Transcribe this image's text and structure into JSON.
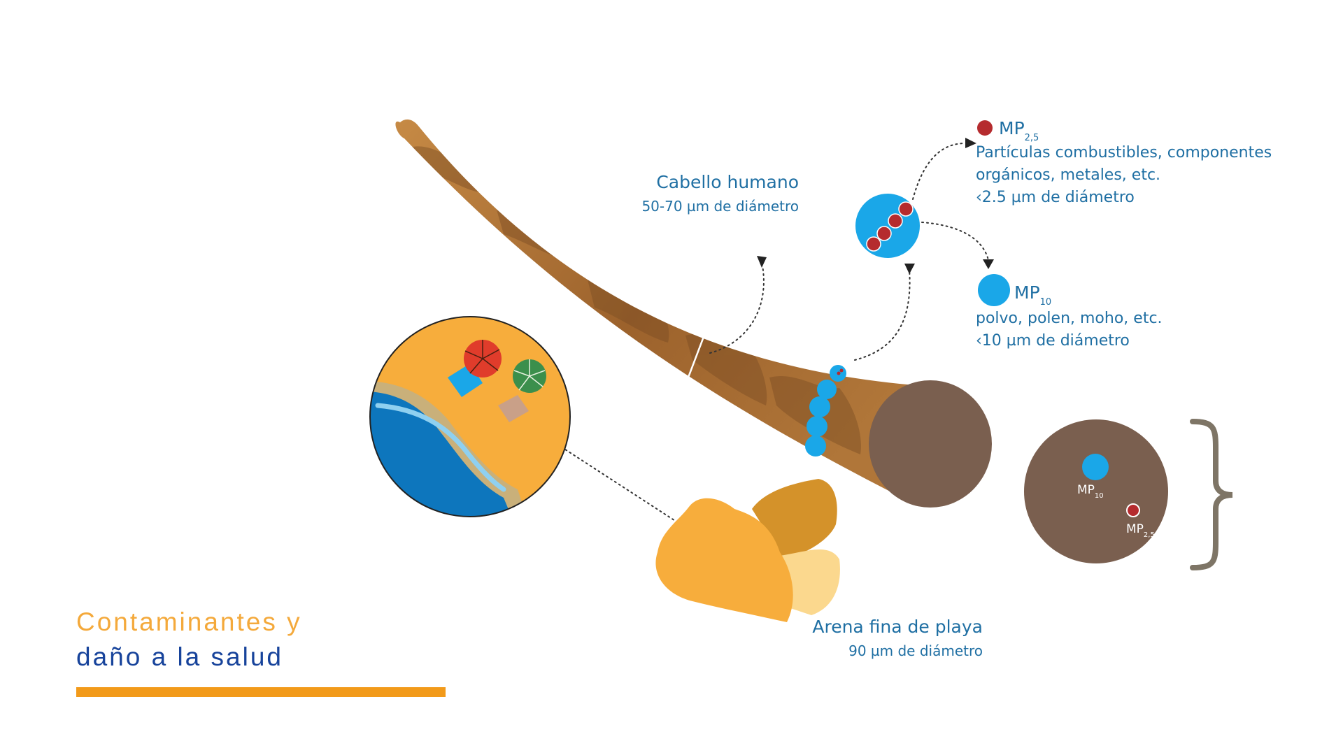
{
  "colors": {
    "hair": "#a2682f",
    "hair_dark": "#7b4d24",
    "hair_end": "#7a5f4f",
    "pm10": "#1aa7e8",
    "pm25": "#b52b2e",
    "sand": "#f7ad3c",
    "sand_dark": "#d4922a",
    "sand_light": "#fbd88e",
    "sea": "#0d76bd",
    "label_blue": "#1f6fa3",
    "title_orange": "#f4a93b",
    "title_blue": "#17439b",
    "bar_orange": "#f29a1a",
    "brace": "#7e7566"
  },
  "hair_label": {
    "name": "Cabello humano",
    "size": "50-70 µm de diámetro"
  },
  "sand_label": {
    "name": "Arena fina de playa",
    "size": "90 µm de diámetro"
  },
  "pm25": {
    "label": "MP",
    "sub": "2,5",
    "lines": [
      "Partículas combustibles, componentes",
      "orgánicos, metales, etc.",
      "‹2.5 µm de diámetro"
    ]
  },
  "pm10": {
    "label": "MP",
    "sub": "10",
    "lines": [
      "polvo, polen, moho, etc.",
      "‹10 µm de diámetro"
    ]
  },
  "cross_section": {
    "pm10_label": "MP",
    "pm10_sub": "10",
    "pm25_label": "MP",
    "pm25_sub": "2,5"
  },
  "title": {
    "line1": "Contaminantes y",
    "line2": "daño a la salud"
  }
}
